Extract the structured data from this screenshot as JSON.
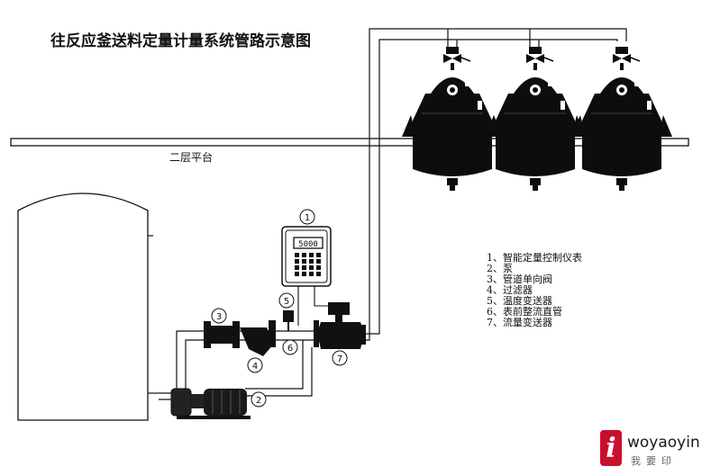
{
  "title": "往反应釜送料定量计量系统管路示意图",
  "platform_label": "二层平台",
  "meter_display": "5000",
  "callouts": [
    "1",
    "2",
    "3",
    "4",
    "5",
    "6",
    "7"
  ],
  "legend": [
    "1、智能定量控制仪表",
    "2、泵",
    "3、管道单向阀",
    "4、过滤器",
    "5、温度变送器",
    "6、表前整流直管",
    "7、流量变送器"
  ],
  "watermark": {
    "icon_letter": "i",
    "brand": "woyaoyin",
    "sub": "我要印"
  },
  "colors": {
    "ink": "#111111",
    "vessel": "#0d0d0d",
    "watermark_red": "#c8102e"
  }
}
